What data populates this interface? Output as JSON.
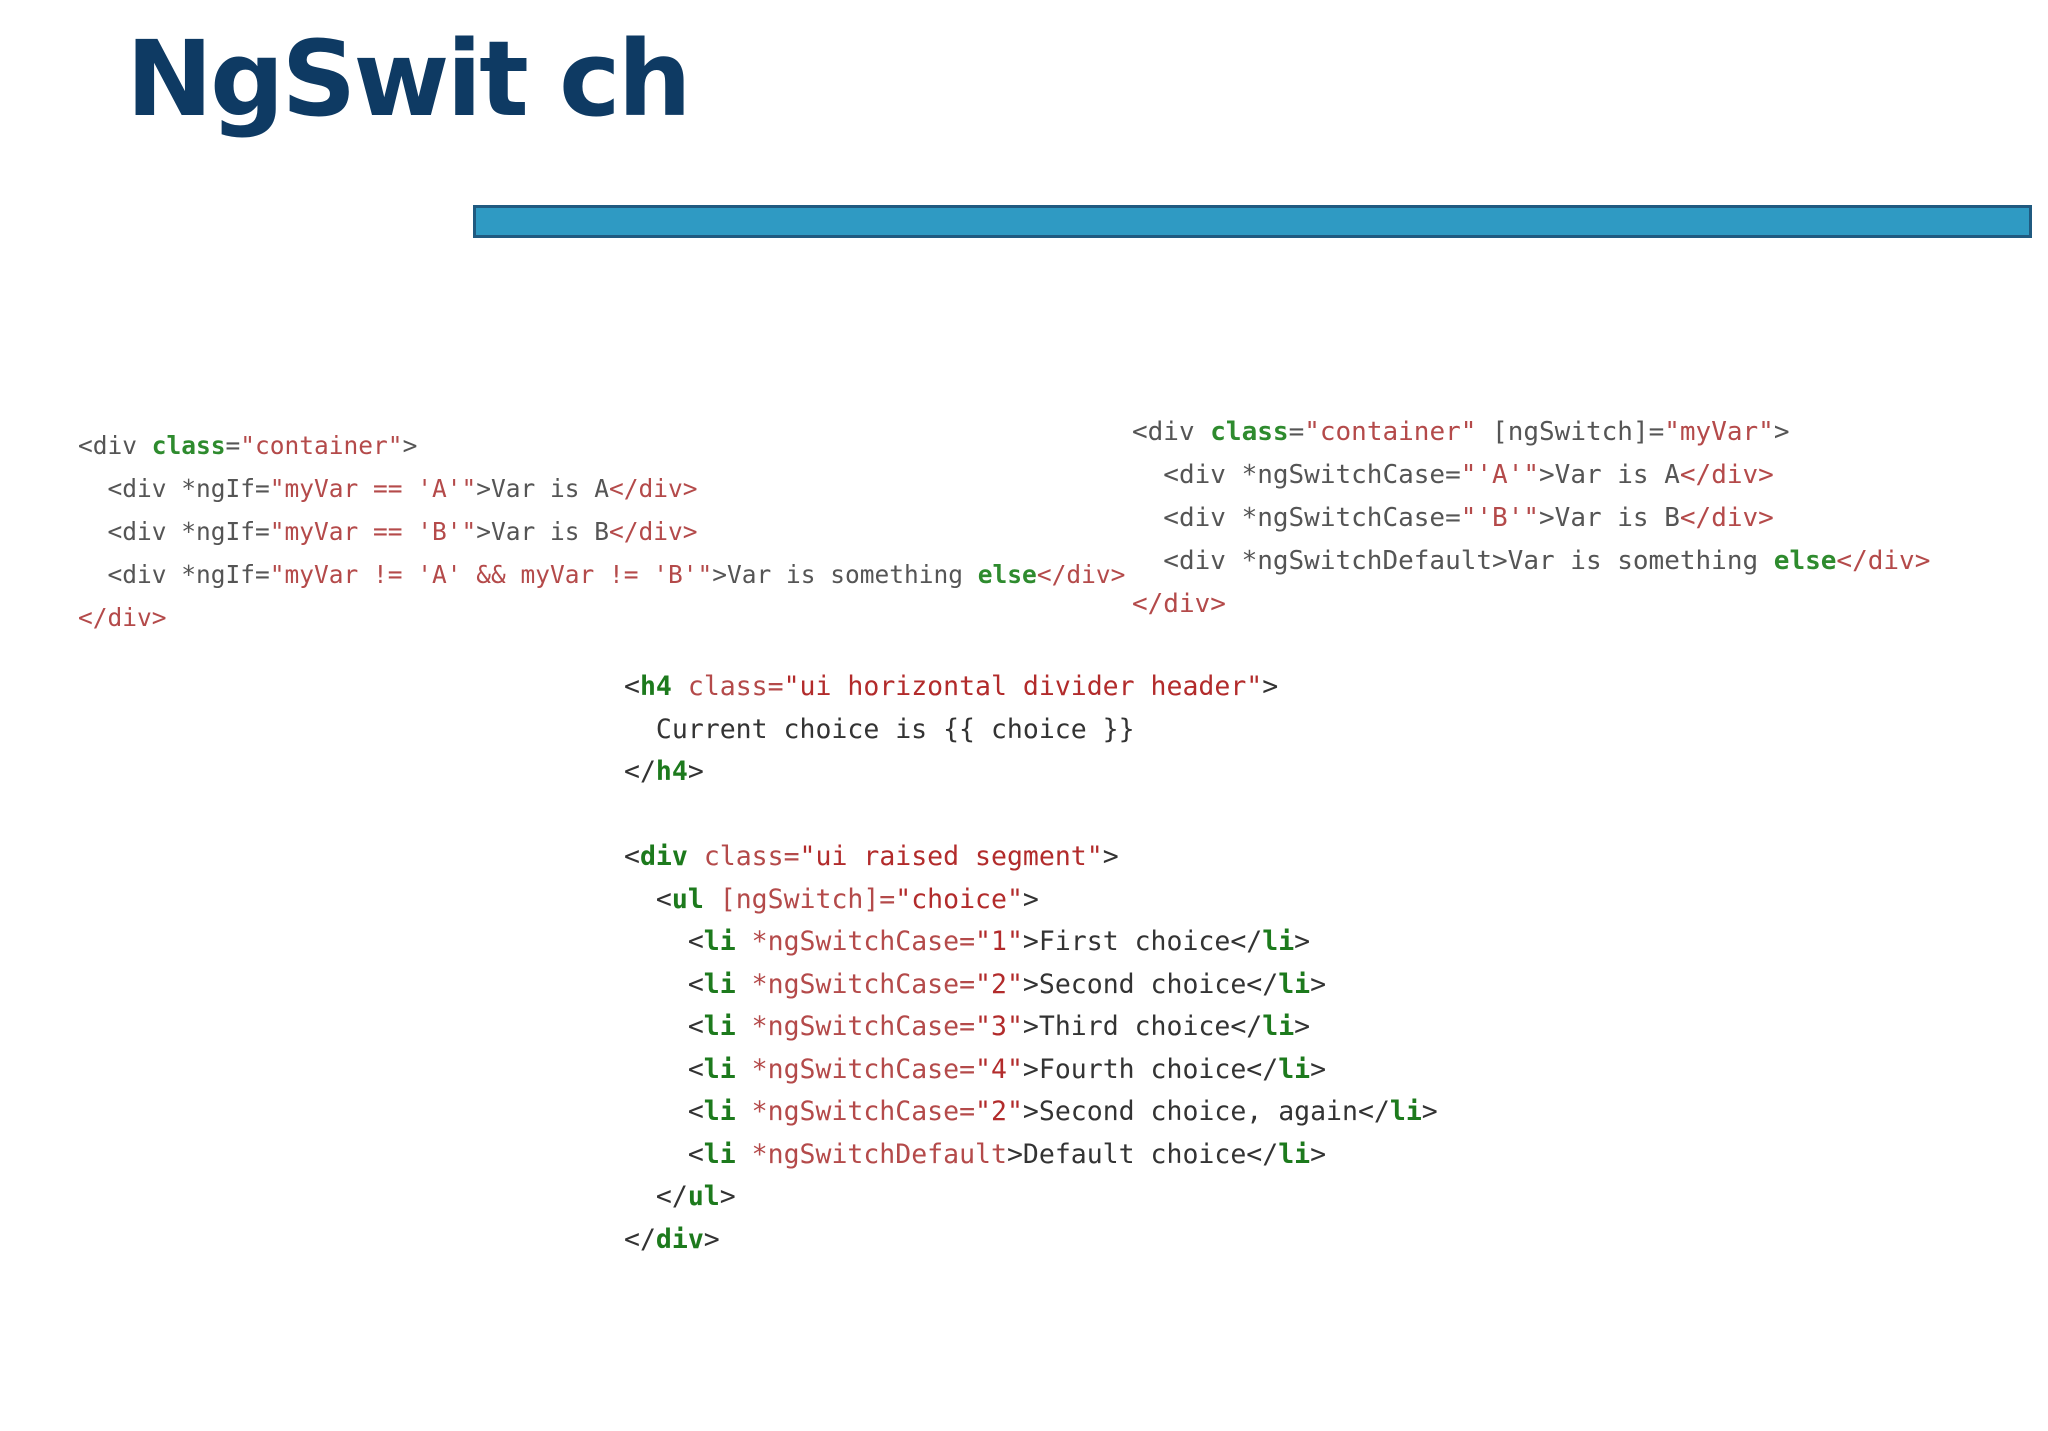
{
  "slide": {
    "title": "NgSwit ch"
  },
  "colors": {
    "title": "#0e3a63",
    "accent_bar": "#2f9ac3",
    "keyword_green": "#2e8b2e",
    "string_red": "#b44a4a",
    "code_plain": "#555555"
  },
  "code_ngif": {
    "lines": [
      [
        {
          "t": "plain",
          "v": "<div "
        },
        {
          "t": "kw",
          "v": "class"
        },
        {
          "t": "plain",
          "v": "="
        },
        {
          "t": "str",
          "v": "\"container\""
        },
        {
          "t": "plain",
          "v": ">"
        }
      ],
      [
        {
          "t": "plain",
          "v": "  <div *ngIf="
        },
        {
          "t": "str",
          "v": "\"myVar == 'A'\""
        },
        {
          "t": "plain",
          "v": ">Var is A"
        },
        {
          "t": "endtag",
          "v": "</div>"
        }
      ],
      [
        {
          "t": "plain",
          "v": "  <div *ngIf="
        },
        {
          "t": "str",
          "v": "\"myVar == 'B'\""
        },
        {
          "t": "plain",
          "v": ">Var is B"
        },
        {
          "t": "endtag",
          "v": "</div>"
        }
      ],
      [
        {
          "t": "plain",
          "v": "  <div *ngIf="
        },
        {
          "t": "str",
          "v": "\"myVar != 'A' && myVar != 'B'\""
        },
        {
          "t": "plain",
          "v": ">Var is something "
        },
        {
          "t": "kw",
          "v": "else"
        },
        {
          "t": "endtag",
          "v": "</div>"
        }
      ],
      [
        {
          "t": "endtag",
          "v": "</div>"
        }
      ]
    ]
  },
  "code_ngswitch": {
    "lines": [
      [
        {
          "t": "plain",
          "v": "<div "
        },
        {
          "t": "kw",
          "v": "class"
        },
        {
          "t": "plain",
          "v": "="
        },
        {
          "t": "str",
          "v": "\"container\""
        },
        {
          "t": "plain",
          "v": " [ngSwitch]="
        },
        {
          "t": "str",
          "v": "\"myVar\""
        },
        {
          "t": "plain",
          "v": ">"
        }
      ],
      [
        {
          "t": "plain",
          "v": "  <div *ngSwitchCase="
        },
        {
          "t": "str",
          "v": "\"'A'\""
        },
        {
          "t": "plain",
          "v": ">Var is A"
        },
        {
          "t": "endtag",
          "v": "</div>"
        }
      ],
      [
        {
          "t": "plain",
          "v": "  <div *ngSwitchCase="
        },
        {
          "t": "str",
          "v": "\"'B'\""
        },
        {
          "t": "plain",
          "v": ">Var is B"
        },
        {
          "t": "endtag",
          "v": "</div>"
        }
      ],
      [
        {
          "t": "plain",
          "v": "  <div *ngSwitchDefault>Var is something "
        },
        {
          "t": "kw",
          "v": "else"
        },
        {
          "t": "endtag",
          "v": "</div>"
        }
      ],
      [
        {
          "t": "endtag",
          "v": "</div>"
        }
      ]
    ]
  },
  "code_example": {
    "lines": [
      [
        {
          "t": "plain",
          "v": "<"
        },
        {
          "t": "kw",
          "v": "h4"
        },
        {
          "t": "plain",
          "v": " "
        },
        {
          "t": "attr",
          "v": "class="
        },
        {
          "t": "str",
          "v": "\"ui horizontal divider header\""
        },
        {
          "t": "plain",
          "v": ">"
        }
      ],
      [
        {
          "t": "plain",
          "v": "  Current choice is {{ choice }}"
        }
      ],
      [
        {
          "t": "plain",
          "v": "</"
        },
        {
          "t": "kw",
          "v": "h4"
        },
        {
          "t": "plain",
          "v": ">"
        }
      ],
      [
        {
          "t": "plain",
          "v": ""
        }
      ],
      [
        {
          "t": "plain",
          "v": "<"
        },
        {
          "t": "kw",
          "v": "div"
        },
        {
          "t": "plain",
          "v": " "
        },
        {
          "t": "attr",
          "v": "class="
        },
        {
          "t": "str",
          "v": "\"ui raised segment\""
        },
        {
          "t": "plain",
          "v": ">"
        }
      ],
      [
        {
          "t": "plain",
          "v": "  <"
        },
        {
          "t": "kw",
          "v": "ul"
        },
        {
          "t": "plain",
          "v": " "
        },
        {
          "t": "attr",
          "v": "[ngSwitch]="
        },
        {
          "t": "str",
          "v": "\"choice\""
        },
        {
          "t": "plain",
          "v": ">"
        }
      ],
      [
        {
          "t": "plain",
          "v": "    <"
        },
        {
          "t": "kw",
          "v": "li"
        },
        {
          "t": "plain",
          "v": " "
        },
        {
          "t": "attr",
          "v": "*ngSwitchCase="
        },
        {
          "t": "str",
          "v": "\"1\""
        },
        {
          "t": "plain",
          "v": ">First choice</"
        },
        {
          "t": "kw",
          "v": "li"
        },
        {
          "t": "plain",
          "v": ">"
        }
      ],
      [
        {
          "t": "plain",
          "v": "    <"
        },
        {
          "t": "kw",
          "v": "li"
        },
        {
          "t": "plain",
          "v": " "
        },
        {
          "t": "attr",
          "v": "*ngSwitchCase="
        },
        {
          "t": "str",
          "v": "\"2\""
        },
        {
          "t": "plain",
          "v": ">Second choice</"
        },
        {
          "t": "kw",
          "v": "li"
        },
        {
          "t": "plain",
          "v": ">"
        }
      ],
      [
        {
          "t": "plain",
          "v": "    <"
        },
        {
          "t": "kw",
          "v": "li"
        },
        {
          "t": "plain",
          "v": " "
        },
        {
          "t": "attr",
          "v": "*ngSwitchCase="
        },
        {
          "t": "str",
          "v": "\"3\""
        },
        {
          "t": "plain",
          "v": ">Third choice</"
        },
        {
          "t": "kw",
          "v": "li"
        },
        {
          "t": "plain",
          "v": ">"
        }
      ],
      [
        {
          "t": "plain",
          "v": "    <"
        },
        {
          "t": "kw",
          "v": "li"
        },
        {
          "t": "plain",
          "v": " "
        },
        {
          "t": "attr",
          "v": "*ngSwitchCase="
        },
        {
          "t": "str",
          "v": "\"4\""
        },
        {
          "t": "plain",
          "v": ">Fourth choice</"
        },
        {
          "t": "kw",
          "v": "li"
        },
        {
          "t": "plain",
          "v": ">"
        }
      ],
      [
        {
          "t": "plain",
          "v": "    <"
        },
        {
          "t": "kw",
          "v": "li"
        },
        {
          "t": "plain",
          "v": " "
        },
        {
          "t": "attr",
          "v": "*ngSwitchCase="
        },
        {
          "t": "str",
          "v": "\"2\""
        },
        {
          "t": "plain",
          "v": ">Second choice, again</"
        },
        {
          "t": "kw",
          "v": "li"
        },
        {
          "t": "plain",
          "v": ">"
        }
      ],
      [
        {
          "t": "plain",
          "v": "    <"
        },
        {
          "t": "kw",
          "v": "li"
        },
        {
          "t": "plain",
          "v": " "
        },
        {
          "t": "attr",
          "v": "*ngSwitchDefault"
        },
        {
          "t": "plain",
          "v": ">Default choice</"
        },
        {
          "t": "kw",
          "v": "li"
        },
        {
          "t": "plain",
          "v": ">"
        }
      ],
      [
        {
          "t": "plain",
          "v": "  </"
        },
        {
          "t": "kw",
          "v": "ul"
        },
        {
          "t": "plain",
          "v": ">"
        }
      ],
      [
        {
          "t": "plain",
          "v": "</"
        },
        {
          "t": "kw",
          "v": "div"
        },
        {
          "t": "plain",
          "v": ">"
        }
      ]
    ]
  }
}
